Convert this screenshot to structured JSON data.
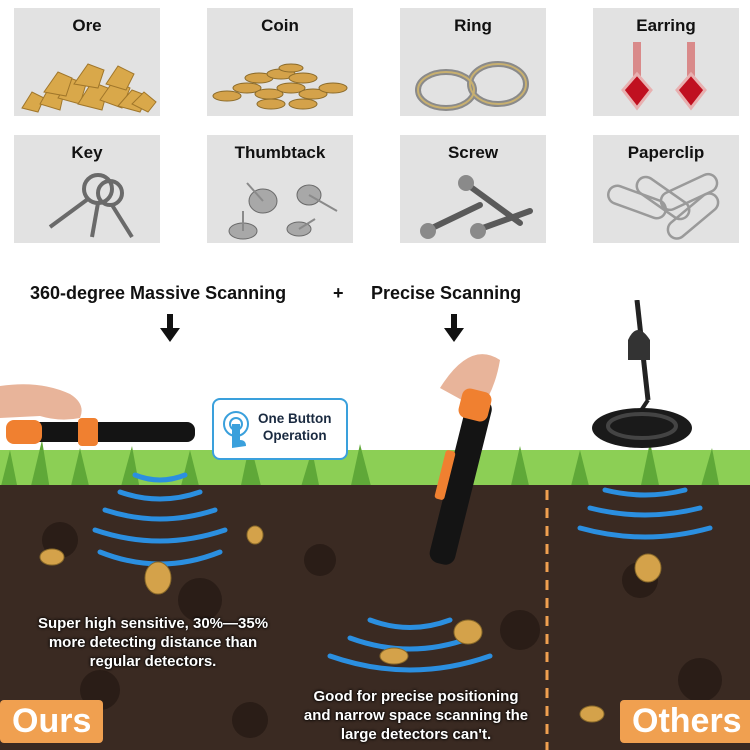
{
  "items": [
    {
      "label": "Ore",
      "icon": "ore-icon"
    },
    {
      "label": "Coin",
      "icon": "coins-icon"
    },
    {
      "label": "Ring",
      "icon": "ring-icon"
    },
    {
      "label": "Earring",
      "icon": "earring-icon"
    },
    {
      "label": "Key",
      "icon": "keys-icon"
    },
    {
      "label": "Thumbtack",
      "icon": "thumbtack-icon"
    },
    {
      "label": "Screw",
      "icon": "screw-icon"
    },
    {
      "label": "Paperclip",
      "icon": "paperclip-icon"
    }
  ],
  "headline": {
    "left": "360-degree Massive Scanning",
    "plus": "+",
    "right": "Precise Scanning"
  },
  "badge": {
    "text_line1": "One Button",
    "text_line2": "Operation"
  },
  "captions": {
    "left_l1": "Super high sensitive, 30%—35%",
    "left_l2": "more detecting distance than",
    "left_l3": "regular detectors.",
    "center_l1": "Good for precise positioning",
    "center_l2": "and narrow space scanning the",
    "center_l3": "large detectors can't."
  },
  "tags": {
    "ours": "Ours",
    "others": "Others"
  },
  "colors": {
    "accent": "#f0a050",
    "wave": "#2b8fe0",
    "soil": "#3a2a22",
    "grass": "#7cc04a"
  }
}
